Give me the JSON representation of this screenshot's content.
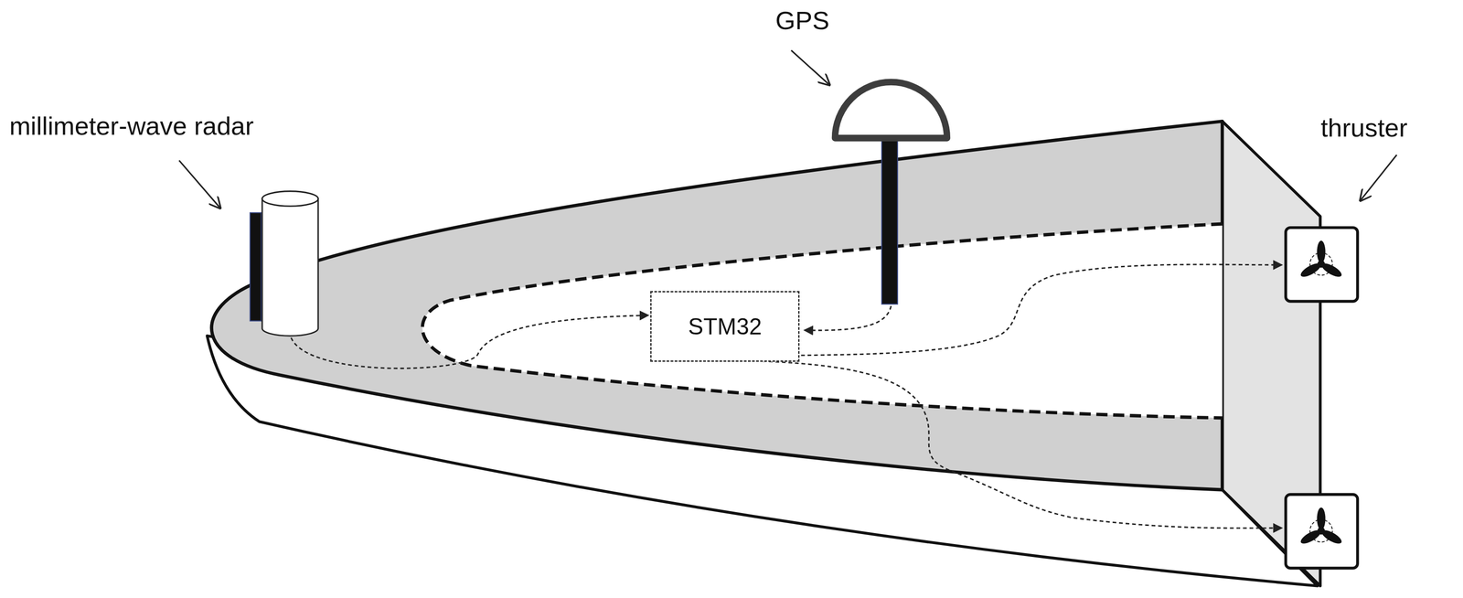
{
  "diagram": {
    "nodes": [
      {
        "text": [
          "STM32"
        ]
      }
    ],
    "labels": [
      "millimeter-wave radar",
      "GPS",
      "thruster"
    ]
  }
}
